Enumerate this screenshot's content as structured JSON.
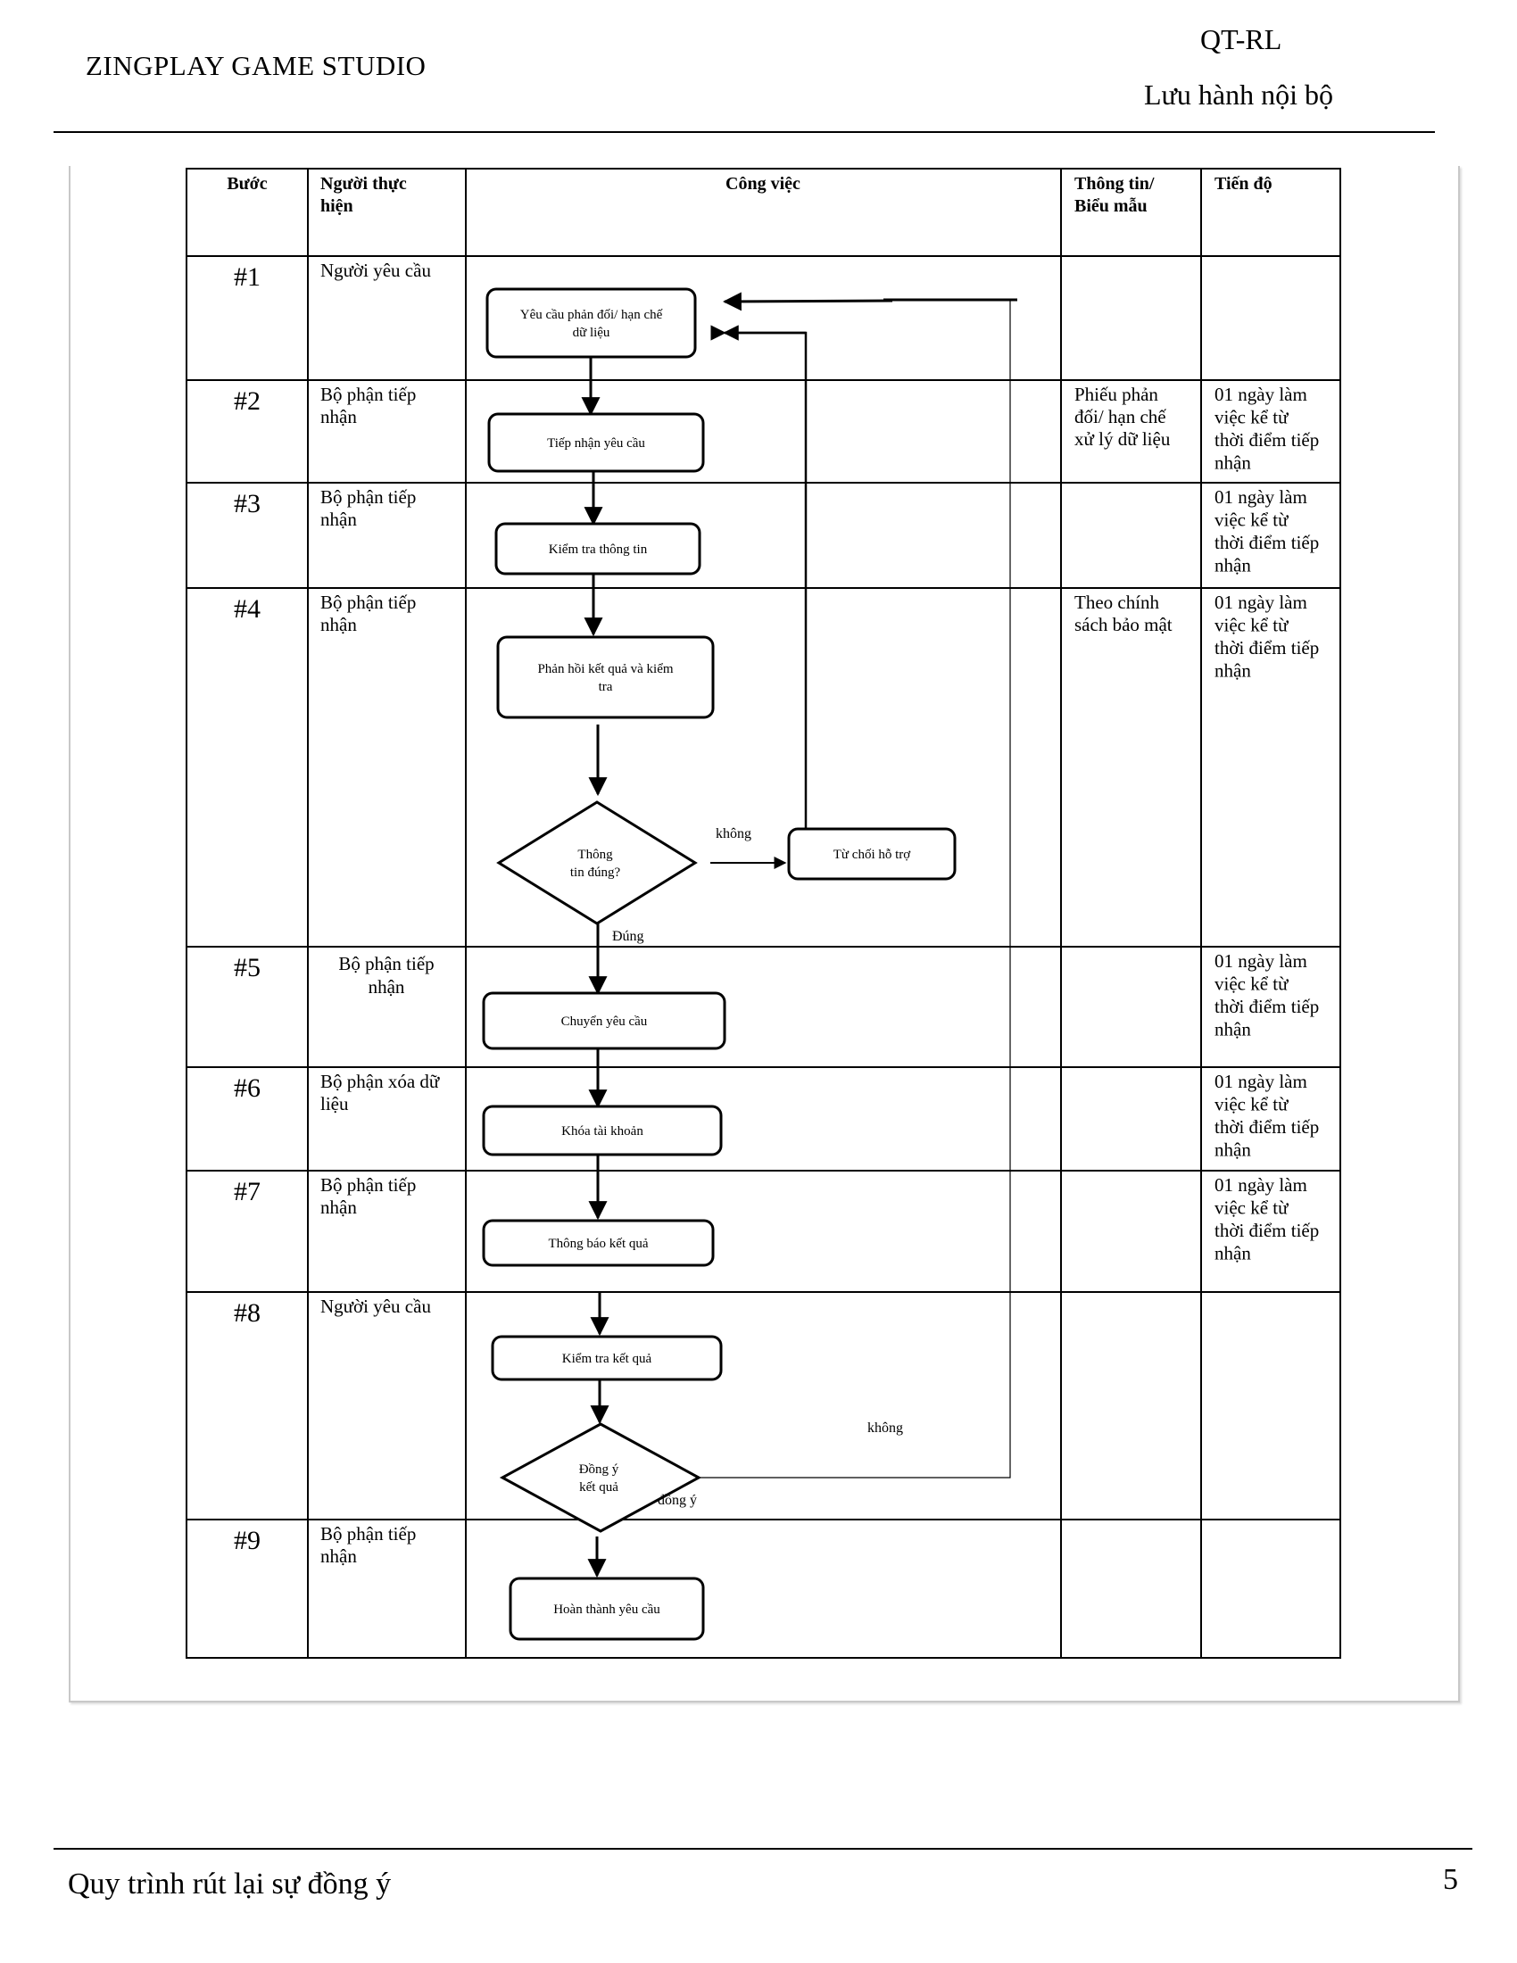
{
  "header": {
    "company": "ZINGPLAY GAME STUDIO",
    "doc_code": "QT-RL",
    "distribution": "Lưu hành nội bộ"
  },
  "table": {
    "headers": {
      "step": "Bước",
      "performer": [
        "Người thực",
        "hiện"
      ],
      "work": "Công việc",
      "info": [
        "Thông tin/",
        "Biểu mẫu"
      ],
      "progress": "Tiến độ"
    },
    "rows": [
      {
        "step": "#1",
        "performer": [
          "Người yêu cầu"
        ],
        "info": [],
        "progress": []
      },
      {
        "step": "#2",
        "performer": [
          "Bộ phận tiếp",
          "nhận"
        ],
        "info": [
          "Phiếu phản",
          "đối/ hạn chế",
          "xử lý dữ liệu"
        ],
        "progress": [
          "01 ngày làm",
          "việc kể từ",
          "thời điểm tiếp",
          "nhận"
        ]
      },
      {
        "step": "#3",
        "performer": [
          "Bộ phận tiếp",
          "nhận"
        ],
        "info": [],
        "progress": [
          "01 ngày làm",
          "việc kể từ",
          "thời điểm tiếp",
          "nhận"
        ]
      },
      {
        "step": "#4",
        "performer": [
          "Bộ phận tiếp",
          "nhận"
        ],
        "info": [
          "Theo chính",
          "sách bảo mật"
        ],
        "progress": [
          "01 ngày làm",
          "việc kể từ",
          "thời điểm tiếp",
          "nhận"
        ]
      },
      {
        "step": "#5",
        "performer": [
          "Bộ phận tiếp",
          "nhận"
        ],
        "info": [],
        "progress": [
          "01 ngày làm",
          "việc kể từ",
          "thời điểm tiếp",
          "nhận"
        ]
      },
      {
        "step": "#6",
        "performer": [
          "Bộ phận xóa dữ",
          "liệu"
        ],
        "info": [],
        "progress": [
          "01 ngày làm",
          "việc kể từ",
          "thời điểm tiếp",
          "nhận"
        ]
      },
      {
        "step": "#7",
        "performer": [
          "Bộ phận tiếp",
          "nhận"
        ],
        "info": [],
        "progress": [
          "01 ngày làm",
          "việc kể từ",
          "thời điểm tiếp",
          "nhận"
        ]
      },
      {
        "step": "#8",
        "performer": [
          "Người yêu cầu"
        ],
        "info": [],
        "progress": []
      },
      {
        "step": "#9",
        "performer": [
          "Bộ phận tiếp",
          "nhận"
        ],
        "info": [],
        "progress": []
      }
    ]
  },
  "flow": {
    "boxes": [
      {
        "name": "box-yeu-cau-phan-doi",
        "lines": [
          "Yêu cầu phản đối/ hạn chế",
          "dữ liệu"
        ]
      },
      {
        "name": "box-tiep-nhan",
        "lines": [
          "Tiếp nhận yêu cầu"
        ]
      },
      {
        "name": "box-kiem-tra-thong-tin",
        "lines": [
          "Kiểm tra thông tin"
        ]
      },
      {
        "name": "box-phan-hoi",
        "lines": [
          "Phản hồi kết quả và kiểm",
          "tra"
        ]
      },
      {
        "name": "box-tu-choi",
        "lines": [
          "Từ chối hỗ trợ"
        ]
      },
      {
        "name": "box-chuyen-yeu-cau",
        "lines": [
          "Chuyển yêu cầu"
        ]
      },
      {
        "name": "box-khoa-tai-khoan",
        "lines": [
          "Khóa tài khoản"
        ]
      },
      {
        "name": "box-thong-bao",
        "lines": [
          "Thông báo kết quả"
        ]
      },
      {
        "name": "box-kiem-tra-ket-qua",
        "lines": [
          "Kiểm tra kết quả"
        ]
      },
      {
        "name": "box-hoan-thanh",
        "lines": [
          "Hoàn thành yêu cầu"
        ]
      }
    ],
    "diamonds": [
      {
        "name": "decision-thong-tin-dung",
        "lines": [
          "Thông",
          "tin đúng?"
        ]
      },
      {
        "name": "decision-dong-y",
        "lines": [
          "Đồng ý",
          "kết quả"
        ]
      }
    ],
    "labels": {
      "no_1": "không",
      "yes_1": "Đúng",
      "no_2": "không",
      "yes_2": "đồng ý"
    }
  },
  "footer": {
    "title": "Quy trình rút lại sự đồng ý",
    "page": "5"
  }
}
